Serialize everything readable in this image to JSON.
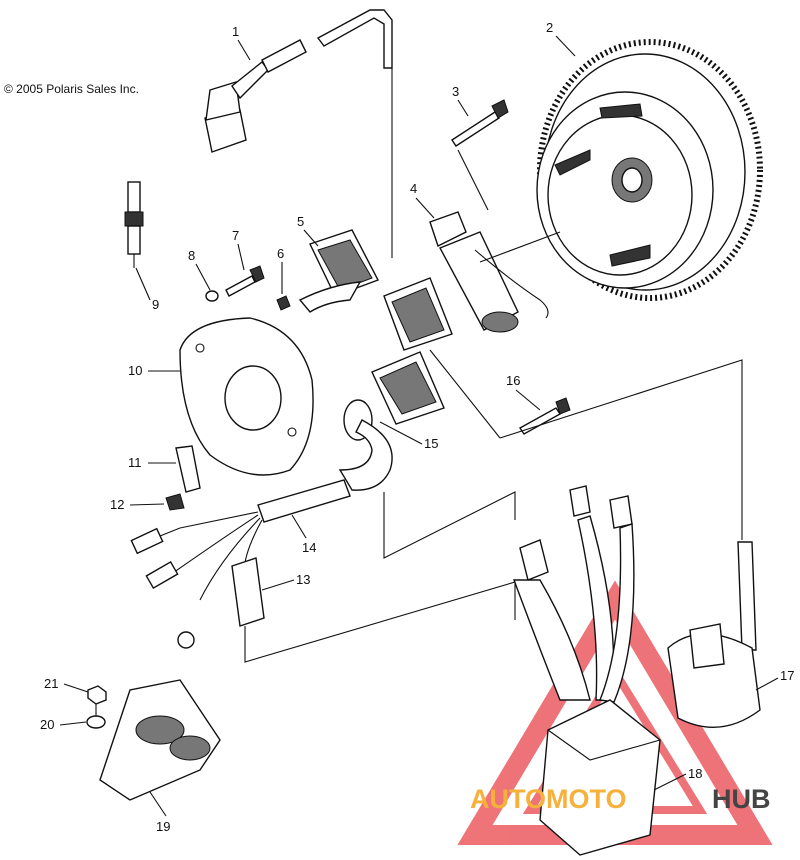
{
  "copyright": "© 2005 Polaris Sales Inc.",
  "watermark": {
    "part1": "AUTOMOTO",
    "part2": "HUB",
    "color_triangle": "#e8454b",
    "color_text": "#f5b13c"
  },
  "callouts": [
    "1",
    "2",
    "3",
    "4",
    "5",
    "6",
    "7",
    "8",
    "9",
    "10",
    "11",
    "12",
    "13",
    "14",
    "15",
    "16",
    "17",
    "18",
    "19",
    "20",
    "21"
  ]
}
